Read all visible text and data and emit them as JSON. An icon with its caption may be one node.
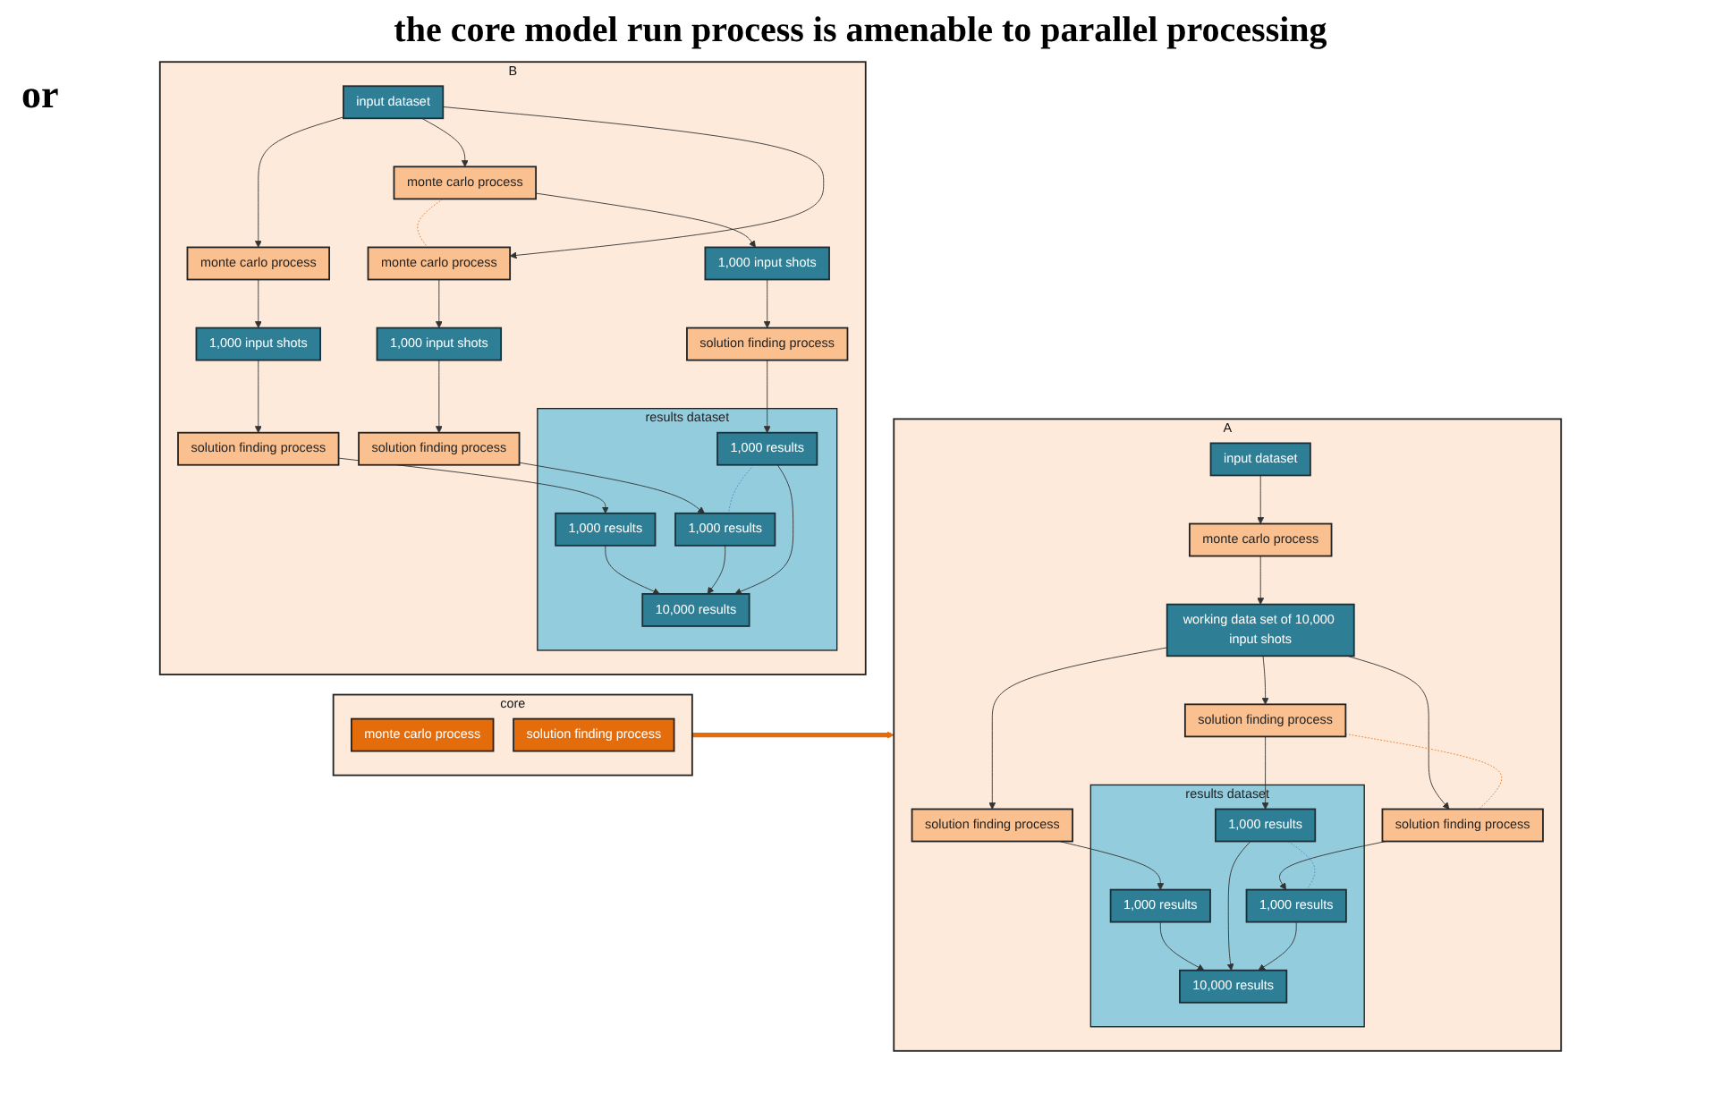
{
  "diagram": {
    "title": "the core model run process is amenable to parallel processing",
    "nodes": [
      {
        "text": [
          "core"
        ]
      },
      {
        "text": [
          "monte carlo process"
        ],
        "in": 0
      },
      {
        "text": [
          "solution finding process"
        ],
        "in": 0
      },
      {
        "text": [
          "A"
        ]
      },
      {
        "text": [
          "input dataset"
        ],
        "in": 3
      },
      {
        "text": [
          "monte carlo process"
        ],
        "in": 3
      },
      {
        "text": [
          "working data set of 10,000 input shots"
        ],
        "in": 3
      },
      {
        "text": [
          "solution finding process"
        ],
        "in": 3
      },
      {
        "text": [
          "solution finding process"
        ],
        "in": 3
      },
      {
        "text": [
          "solution finding process"
        ],
        "in": 3
      },
      {
        "text": [
          "results dataset"
        ],
        "in": 3
      },
      {
        "text": [
          "1,000 results"
        ],
        "in": 10
      },
      {
        "text": [
          "1,000 results"
        ],
        "in": 10
      },
      {
        "text": [
          "1,000 results"
        ],
        "in": 10
      },
      {
        "text": [
          "10,000 results"
        ],
        "in": 10
      },
      {
        "text": [
          "B"
        ]
      },
      {
        "text": [
          "input dataset"
        ],
        "in": 15
      },
      {
        "text": [
          "monte carlo process"
        ],
        "in": 15
      },
      {
        "text": [
          "monte carlo process"
        ],
        "in": 15
      },
      {
        "text": [
          "monte carlo process"
        ],
        "in": 15
      },
      {
        "text": [
          "1,000 input shots"
        ],
        "in": 15
      },
      {
        "text": [
          "1,000 input shots"
        ],
        "in": 15
      },
      {
        "text": [
          "1,000 input shots"
        ],
        "in": 15
      },
      {
        "text": [
          "solution finding process"
        ],
        "in": 15
      },
      {
        "text": [
          "solution finding process"
        ],
        "in": 15
      },
      {
        "text": [
          "solution finding process"
        ],
        "in": 15
      },
      {
        "text": [
          "results dataset"
        ],
        "in": 15
      },
      {
        "text": [
          "1,000 results"
        ],
        "in": 26
      },
      {
        "text": [
          "1,000 results"
        ],
        "in": 26
      },
      {
        "text": [
          "1,000 results"
        ],
        "in": 26
      },
      {
        "text": [
          "10,000 results"
        ],
        "in": 26
      }
    ],
    "edges": [
      {
        "from": 0,
        "to": 3,
        "arrow": "to",
        "style": "thick",
        "color": "#e46c0a"
      },
      {
        "from": 4,
        "to": 5,
        "arrow": "to"
      },
      {
        "from": 5,
        "to": 6,
        "arrow": "to"
      },
      {
        "from": 6,
        "to": 7,
        "arrow": "to"
      },
      {
        "from": 6,
        "to": 8,
        "arrow": "to"
      },
      {
        "from": 6,
        "to": 9,
        "arrow": "to"
      },
      {
        "from": 8,
        "to": 9,
        "arrow": "none",
        "style": "dashed",
        "color": "#f07820"
      },
      {
        "from": 7,
        "to": 11,
        "arrow": "to"
      },
      {
        "from": 8,
        "to": 12,
        "arrow": "to"
      },
      {
        "from": 9,
        "to": 13,
        "arrow": "to"
      },
      {
        "from": 12,
        "to": 13,
        "arrow": "none",
        "style": "dashed",
        "color": "#6080d0"
      },
      {
        "from": 11,
        "to": 14,
        "arrow": "to"
      },
      {
        "from": 12,
        "to": 14,
        "arrow": "to"
      },
      {
        "from": 13,
        "to": 14,
        "arrow": "to"
      },
      {
        "from": 16,
        "to": 17,
        "arrow": "to"
      },
      {
        "from": 16,
        "to": 18,
        "arrow": "to"
      },
      {
        "from": 16,
        "to": 19,
        "arrow": "to"
      },
      {
        "from": 18,
        "to": 19,
        "arrow": "none",
        "style": "dashed",
        "color": "#f07820"
      },
      {
        "from": 17,
        "to": 20,
        "arrow": "to"
      },
      {
        "from": 18,
        "to": 21,
        "arrow": "to"
      },
      {
        "from": 19,
        "to": 22,
        "arrow": "to"
      },
      {
        "from": 20,
        "to": 23,
        "arrow": "to"
      },
      {
        "from": 21,
        "to": 24,
        "arrow": "to"
      },
      {
        "from": 22,
        "to": 25,
        "arrow": "to"
      },
      {
        "from": 23,
        "to": 27,
        "arrow": "to"
      },
      {
        "from": 24,
        "to": 28,
        "arrow": "to"
      },
      {
        "from": 25,
        "to": 29,
        "arrow": "to"
      },
      {
        "from": 28,
        "to": 29,
        "arrow": "none",
        "style": "dashed",
        "color": "#6080d0"
      },
      {
        "from": 27,
        "to": 30,
        "arrow": "to"
      },
      {
        "from": 28,
        "to": 30,
        "arrow": "to"
      },
      {
        "from": 29,
        "to": 30,
        "arrow": "to"
      }
    ],
    "labels": [
      "or"
    ]
  }
}
